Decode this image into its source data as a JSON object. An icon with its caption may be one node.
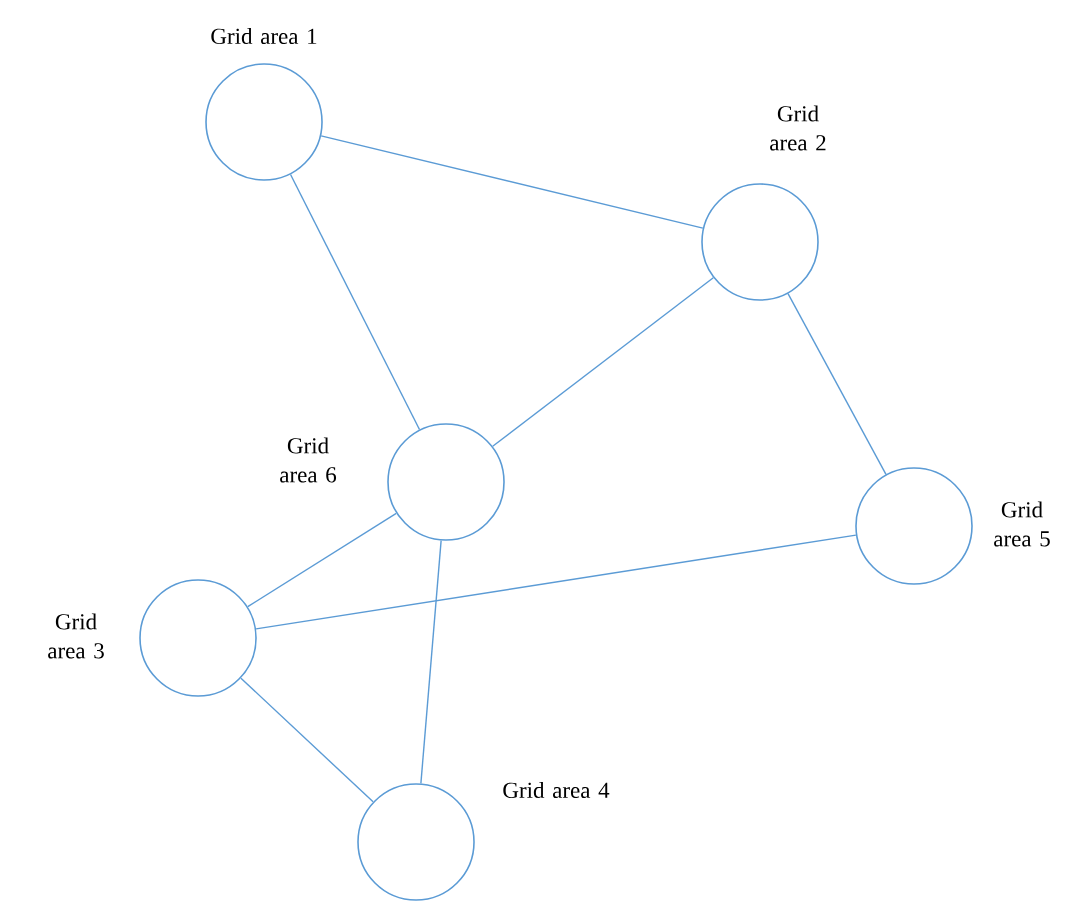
{
  "diagram": {
    "nodes": [
      {
        "text": [
          "Grid area 1"
        ]
      },
      {
        "text": [
          "Grid area 2"
        ]
      },
      {
        "text": [
          "Grid area 6"
        ]
      },
      {
        "text": [
          "Grid area 5"
        ]
      },
      {
        "text": [
          "Grid area 3"
        ]
      },
      {
        "text": [
          "Grid area 4"
        ]
      }
    ],
    "edges": [
      {
        "from": 0,
        "to": 1,
        "arrow": "none"
      },
      {
        "from": 0,
        "to": 2,
        "arrow": "none"
      },
      {
        "from": 1,
        "to": 2,
        "arrow": "none"
      },
      {
        "from": 1,
        "to": 3,
        "arrow": "none"
      },
      {
        "from": 2,
        "to": 4,
        "arrow": "none"
      },
      {
        "from": 2,
        "to": 5,
        "arrow": "none"
      },
      {
        "from": 4,
        "to": 3,
        "arrow": "none"
      },
      {
        "from": 4,
        "to": 5,
        "arrow": "none"
      }
    ]
  }
}
